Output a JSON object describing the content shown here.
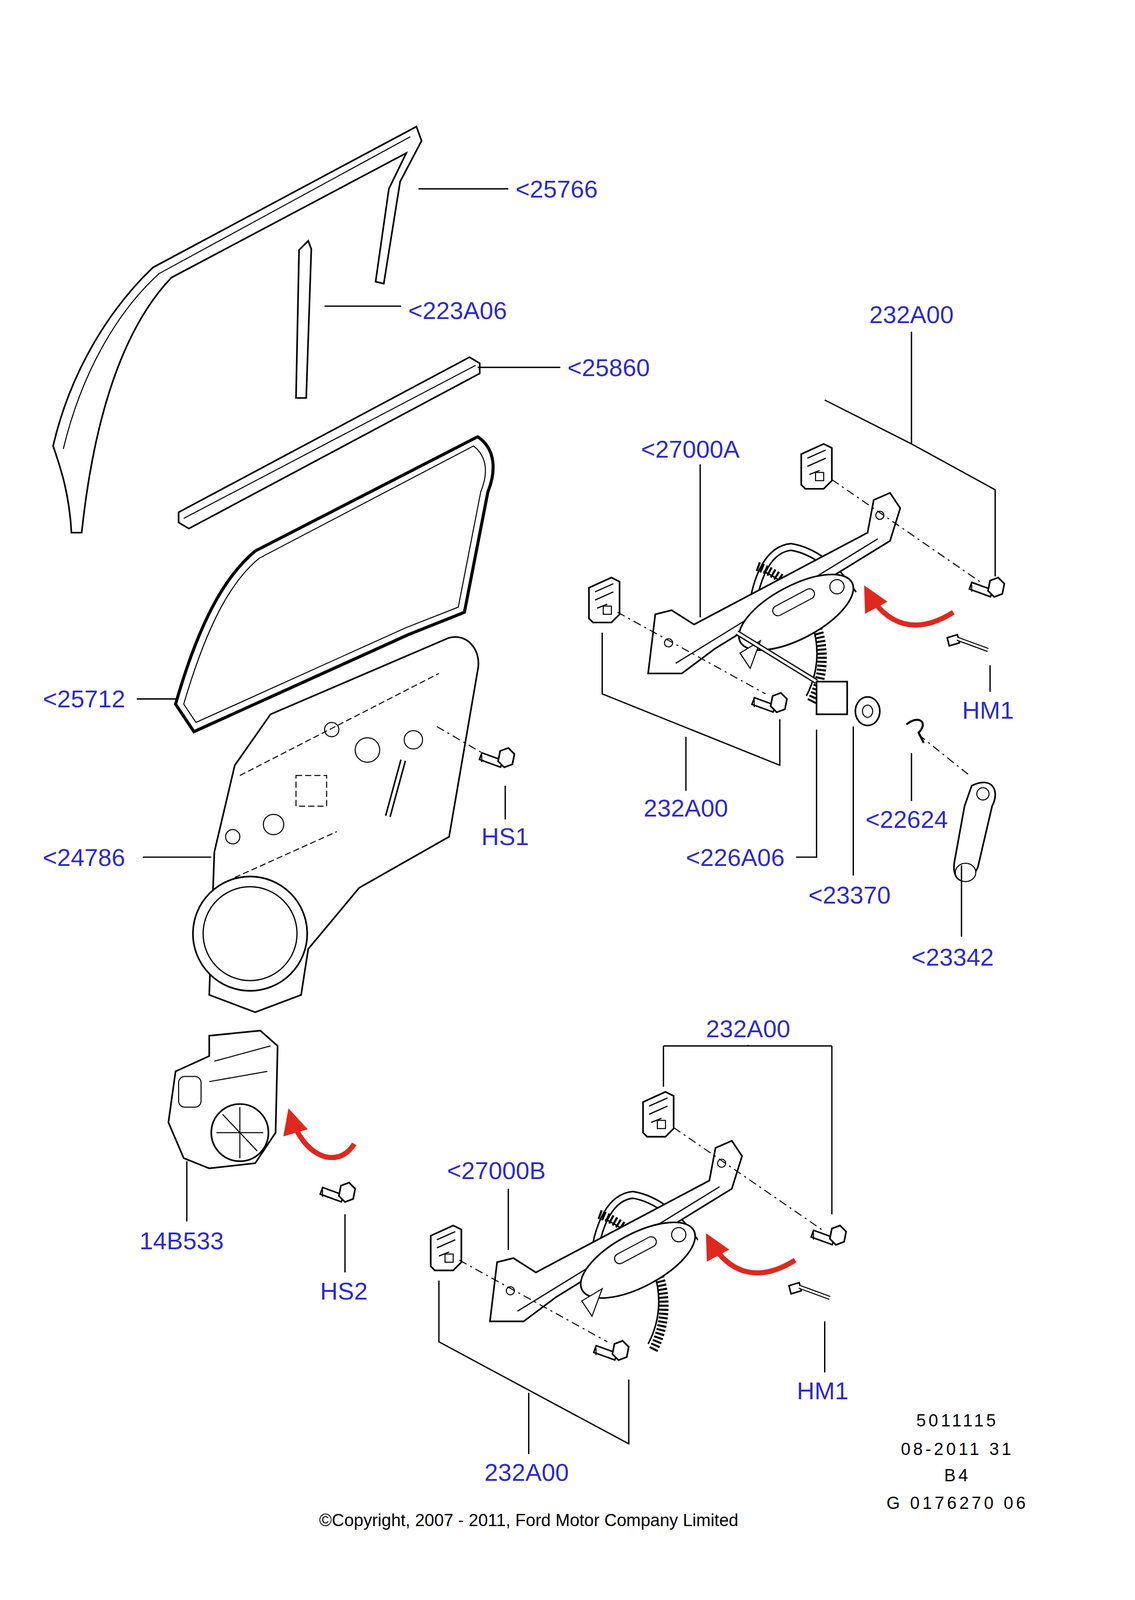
{
  "diagram": {
    "labels": [
      "<25766",
      "<223A06",
      "<25860",
      "<25712",
      "<24786",
      "HS1",
      "232A00",
      "<27000A",
      "HM1",
      "232A00",
      "<226A06",
      "<23370",
      "<22624",
      "<23342",
      "14B533",
      "HS2",
      "232A00",
      "<27000B",
      "HM1",
      "232A00",
      "5011115",
      "08-2011 31",
      "B4",
      "G 0176270 06",
      "©Copyright, 2007 - 2011, Ford Motor Company Limited"
    ]
  }
}
